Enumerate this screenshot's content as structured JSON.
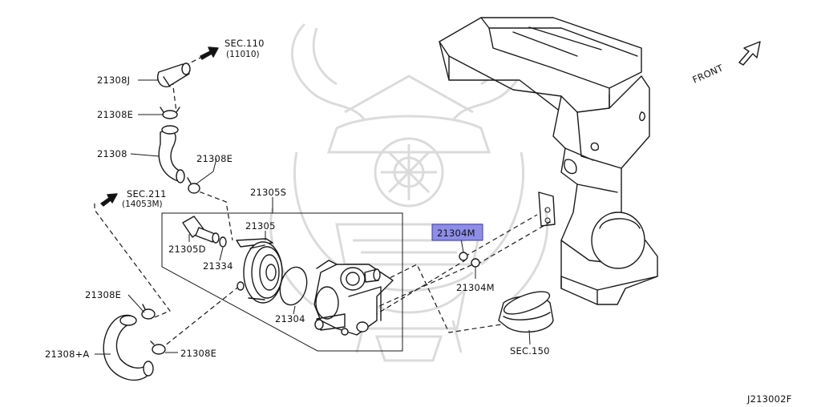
{
  "diagram": {
    "code": "J213002F",
    "front_label": "FRONT",
    "highlighted_part": "21304M",
    "highlight_color": "#8e8ee8",
    "watermark": "samurai-helmet-crest"
  },
  "section_refs": [
    {
      "id": "sec110",
      "line1": "SEC.110",
      "line2": "(11010)"
    },
    {
      "id": "sec211",
      "line1": "SEC.211",
      "line2": "(14053M)"
    },
    {
      "id": "sec150",
      "line1": "SEC.150"
    }
  ],
  "callouts": [
    {
      "id": "c21308J",
      "text": "21308J"
    },
    {
      "id": "c21308E_a",
      "text": "21308E"
    },
    {
      "id": "c21308",
      "text": "21308"
    },
    {
      "id": "c21308E_b",
      "text": "21308E"
    },
    {
      "id": "c21305S",
      "text": "21305S"
    },
    {
      "id": "c21305",
      "text": "21305"
    },
    {
      "id": "c21305D",
      "text": "21305D"
    },
    {
      "id": "c21334",
      "text": "21334"
    },
    {
      "id": "c21304",
      "text": "21304"
    },
    {
      "id": "c21304M_a",
      "text": "21304M"
    },
    {
      "id": "c21304M_b",
      "text": "21304M"
    },
    {
      "id": "c21308E_c",
      "text": "21308E"
    },
    {
      "id": "c21308A",
      "text": "21308+A"
    },
    {
      "id": "c21308E_d",
      "text": "21308E"
    }
  ]
}
